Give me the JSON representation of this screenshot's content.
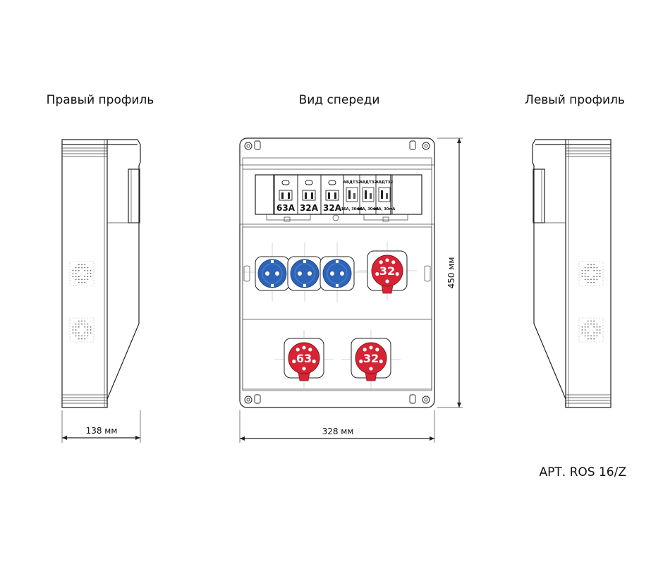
{
  "views": {
    "right_profile": {
      "title": "Правый профиль",
      "width_label": "138 мм"
    },
    "front": {
      "title": "Вид спереди",
      "width_label": "328 мм",
      "height_label": "450 мм"
    },
    "left_profile": {
      "title": "Левый профиль"
    }
  },
  "breakers": {
    "main": [
      "63A",
      "32A",
      "32A"
    ],
    "rcbo": [
      {
        "top": "АВДТ32",
        "bottom": "16A, 30mA"
      },
      {
        "top": "АВДТ32",
        "bottom": "16A, 30mA"
      },
      {
        "top": "АВДТ32",
        "bottom": "16A, 30mA"
      }
    ]
  },
  "sockets": {
    "top_row": [
      "",
      "",
      "",
      "32"
    ],
    "bottom_row": [
      "63",
      "32"
    ]
  },
  "article": "АРТ. ROS 16/Z",
  "colors": {
    "line": "#222222",
    "blue_socket": "#2e64b8",
    "red_socket": "#d72434",
    "panel_fill": "#f7f7f7"
  }
}
